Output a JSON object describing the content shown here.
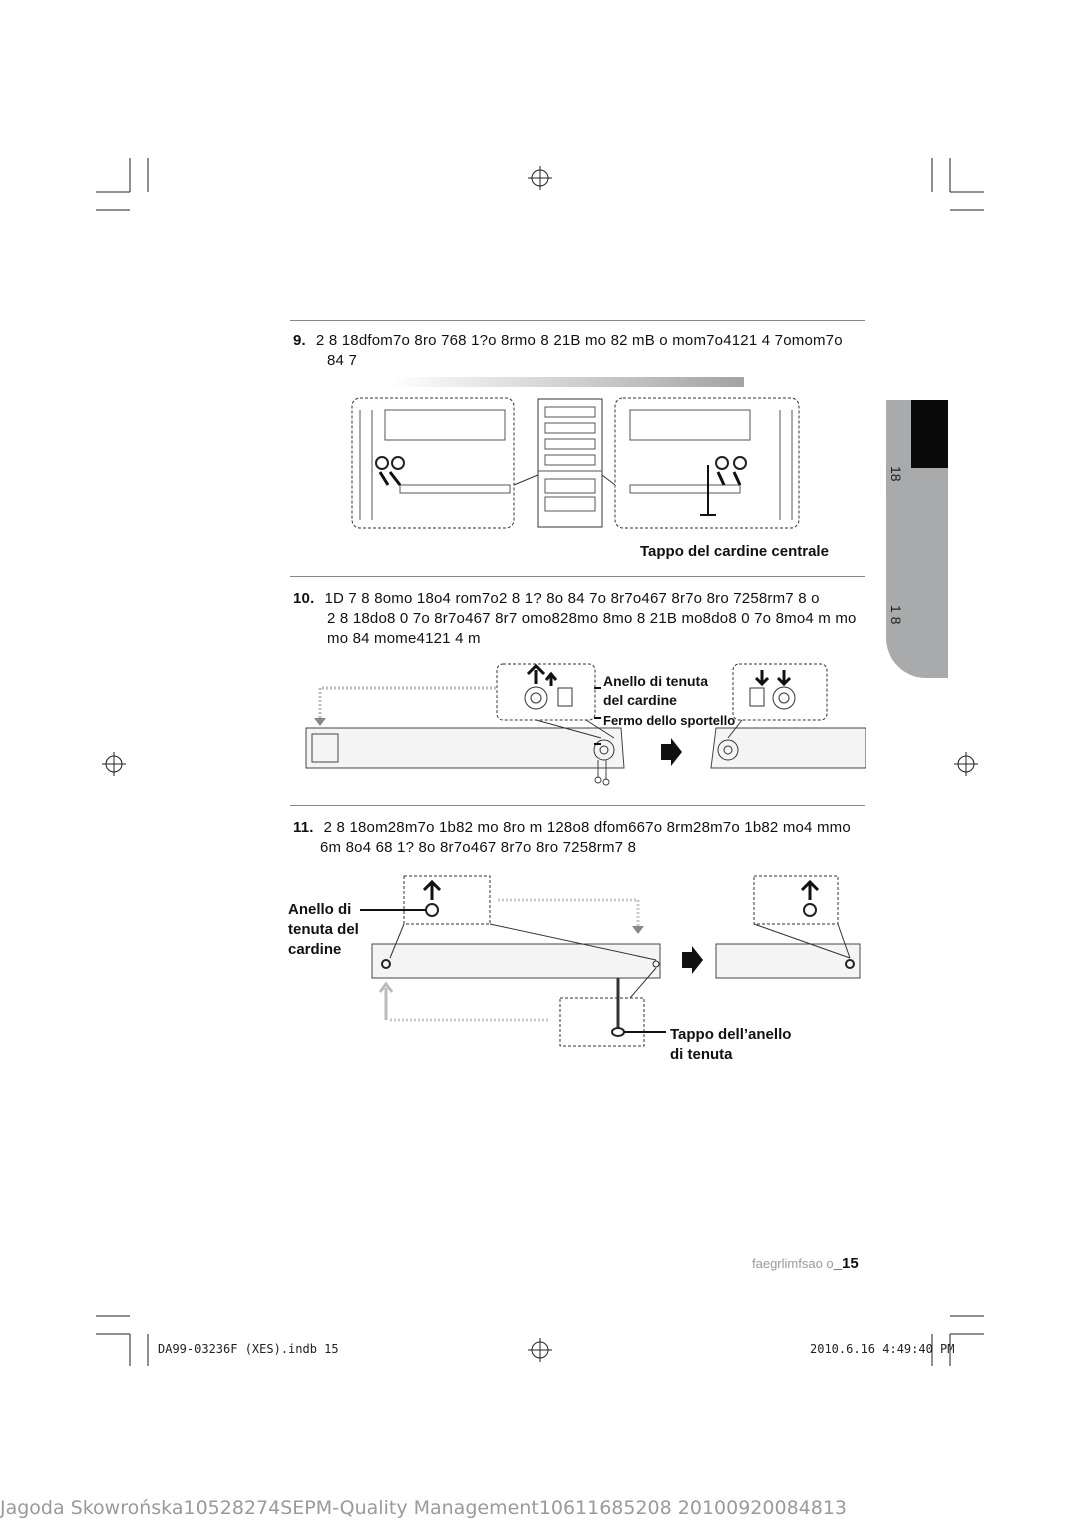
{
  "steps": [
    {
      "number": "9.",
      "line1": "2 8  18dfom7o 8ro 768     1?o 8rmo 8 21B mo 82  mB o mom7o4121 4  7omom7o",
      "line2": "84 7"
    },
    {
      "number": "10.",
      "line1": "1D    7 8 8omo 18o4  rom7o2 8 1?  8o 84  7o 8r7o467   8r7o 8ro 7258rm7 8 o",
      "line2": "2 8  18do8 0 7o 8r7o467   8r7 omo828mo 8mo 8 21B mo8do8 0 7o 8mo4 m mo",
      "line3": "mo 84  mome4121 4   m"
    },
    {
      "number": "11.",
      "line1": "2 8  18om28m7o 1b82    mo 8ro m  128o8  dfom667o 8rm28m7o 1b82   mo4  mmo",
      "line2": "6m  8o4   68 1?  8o 8r7o467   8r7o 8ro 7258rm7 8"
    }
  ],
  "labels": {
    "tappo_cardine_centrale": "Tappo del cardine centrale",
    "anello_di_tenuta": "Anello di tenuta",
    "del_cardine": "del cardine",
    "fermo_sportello": "Fermo dello sportello",
    "anello_di": "Anello di",
    "tenuta_del": "tenuta del",
    "cardine": "cardine",
    "tappo_anello": "Tappo dell’anello",
    "di_tenuta": "di tenuta"
  },
  "side_tab": {
    "text_top": "18",
    "text_bottom": "1  8"
  },
  "page_footer": {
    "text": "faegrlimfsao   o",
    "page": "_15"
  },
  "print_info": {
    "file": "DA99-03236F (XES).indb   15",
    "timestamp": "2010.6.16   4:49:40 PM"
  },
  "watermark": "Jagoda Skowrońska10528274SEPM-Quality Management10611685208  20100920084813",
  "colors": {
    "tab_gray": "#a9aaab",
    "tab_black": "#0a0a0a",
    "rule": "#888888",
    "dashed_arrow": "#c8c8c8"
  }
}
